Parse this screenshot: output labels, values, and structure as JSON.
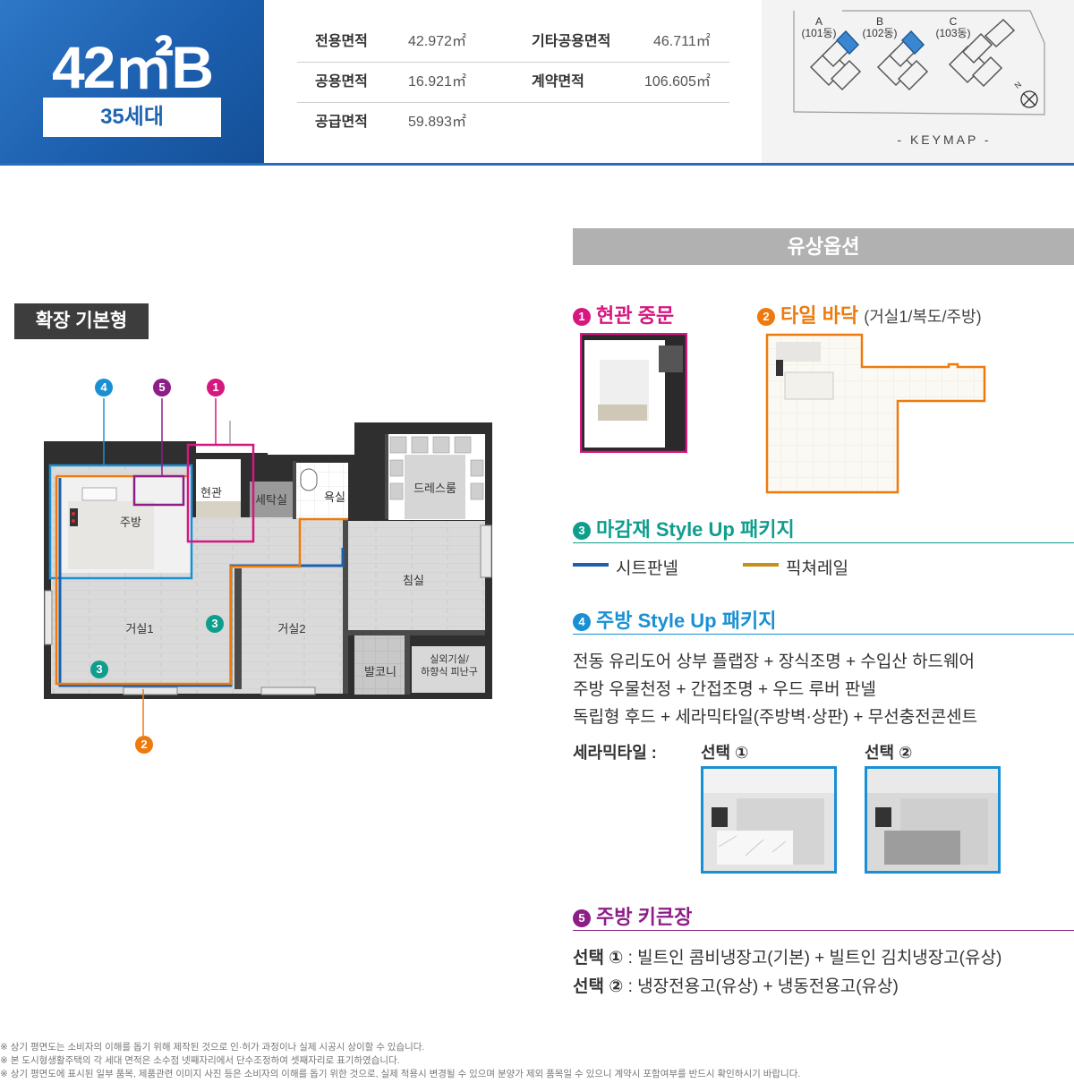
{
  "header": {
    "type_title": "42㎡B",
    "households": "35세대",
    "areas": [
      {
        "label": "전용면적",
        "value": "42.972㎡"
      },
      {
        "label": "기타공용면적",
        "value": "46.711㎡"
      },
      {
        "label": "공용면적",
        "value": "16.921㎡"
      },
      {
        "label": "계약면적",
        "value": "106.605㎡"
      },
      {
        "label": "공급면적",
        "value": "59.893㎡"
      }
    ],
    "keymap": {
      "buildings": [
        {
          "letter": "A",
          "name": "(101동)"
        },
        {
          "letter": "B",
          "name": "(102동)"
        },
        {
          "letter": "C",
          "name": "(103동)"
        }
      ],
      "north": "N",
      "label": "- KEYMAP -",
      "highlight_color": "#3a86d0"
    }
  },
  "plan": {
    "tag": "확장 기본형",
    "markers": [
      "4",
      "5",
      "1",
      "2",
      "3",
      "3"
    ],
    "rooms": {
      "entrance": "현관",
      "laundry": "세탁실",
      "bath": "욕실",
      "dressroom": "드레스룸",
      "kitchen": "주방",
      "bedroom": "침실",
      "living1": "거실1",
      "living2": "거실2",
      "balcony": "발코니",
      "evac_line1": "실외기실/",
      "evac_line2": "하향식 피난구"
    }
  },
  "options": {
    "heading": "유상옵션",
    "colors": {
      "magenta": "#d6177f",
      "orange": "#ee7a0e",
      "teal": "#0f9e8d",
      "blue": "#1a90d4",
      "purple": "#8d1e87",
      "sheet_panel": "#1b61ae",
      "picture_rail": "#c58f1f"
    },
    "o1": {
      "num": "1",
      "title": "현관 중문"
    },
    "o2": {
      "num": "2",
      "title": "타일 바닥",
      "sub": "(거실1/복도/주방)"
    },
    "o3": {
      "num": "3",
      "title": "마감재 Style Up 패키지",
      "legend": [
        "시트판넬",
        "픽쳐레일"
      ]
    },
    "o4": {
      "num": "4",
      "title": "주방 Style Up 패키지",
      "lines": [
        "전동 유리도어 상부 플랩장 + 장식조명 + 수입산 하드웨어",
        "주방 우물천정 + 간접조명 + 우드 루버 판넬",
        "독립형 후드 + 세라믹타일(주방벽·상판) + 무선충전콘센트"
      ],
      "ceramic_label": "세라믹타일 :",
      "choice1": "선택 ①",
      "choice2": "선택 ②"
    },
    "o5": {
      "num": "5",
      "title": "주방 키큰장",
      "l1_bold": "선택 ①",
      "l1_rest": " : 빌트인 콤비냉장고(기본) + 빌트인 김치냉장고(유상)",
      "l2_bold": "선택 ②",
      "l2_rest": " : 냉장전용고(유상) + 냉동전용고(유상)"
    }
  },
  "notes": [
    "※ 상기 평면도는 소비자의 이해를 돕기 위해 제작된 것으로 인·허가 과정이나 실제 시공시 상이할 수 있습니다.",
    "※ 본 도시형생활주택의 각 세대 면적은 소수점 넷째자리에서 단수조정하여 셋째자리로 표기하였습니다.",
    "※ 상기 평면도에 표시된 일부 품목, 제품관련 이미지 사진 등은 소비자의 이해를 돕기 위한 것으로, 실제 적용시 변경될 수 있으며 분양가 제외 품목일 수 있으니 계약시 포함여부를 반드시 확인하시기 바랍니다."
  ]
}
